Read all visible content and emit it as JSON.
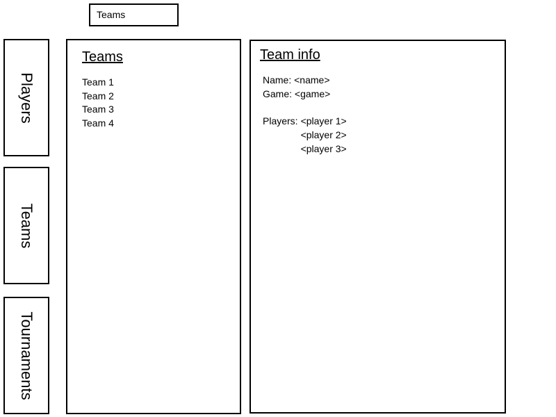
{
  "breadcrumb": {
    "label": "Teams"
  },
  "nav": {
    "tabs": [
      {
        "label": "Players"
      },
      {
        "label": "Teams"
      },
      {
        "label": "Tournaments"
      }
    ]
  },
  "teams_panel": {
    "title": "Teams",
    "teams": [
      "Team 1",
      "Team 2",
      "Team 3",
      "Team 4"
    ]
  },
  "team_info": {
    "title": "Team info",
    "name_label": "Name:",
    "name_value": "<name>",
    "game_label": "Game:",
    "game_value": "<game>",
    "players_label": "Players:",
    "players": [
      "<player 1>",
      "<player 2>",
      "<player 3>"
    ]
  }
}
